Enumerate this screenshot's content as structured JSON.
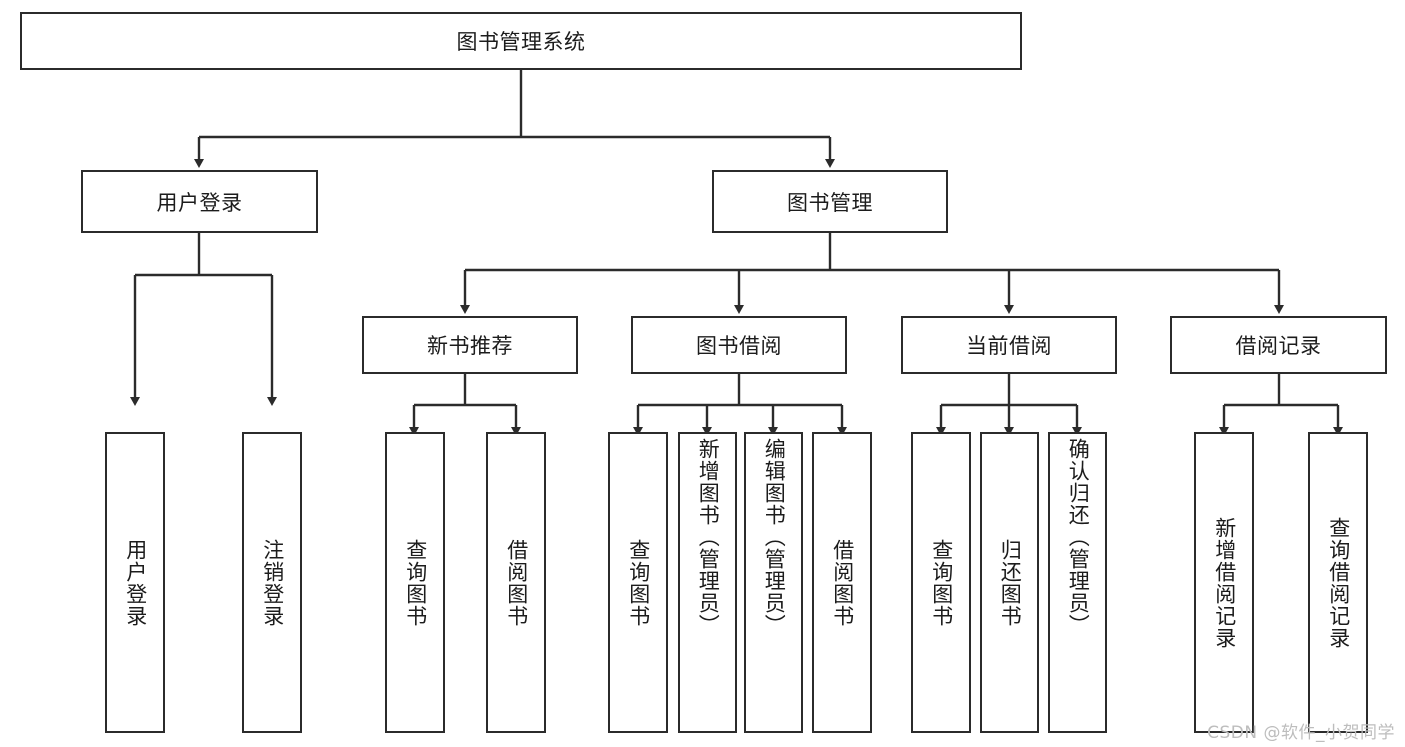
{
  "diagram": {
    "type": "tree-hierarchy",
    "title": "图书管理系统",
    "root": {
      "label": "图书管理系统"
    },
    "level2": [
      {
        "id": "user-login",
        "label": "用户登录"
      },
      {
        "id": "book-management",
        "label": "图书管理"
      }
    ],
    "level3": [
      {
        "id": "new-book-recommend",
        "label": "新书推荐",
        "parent": "book-management"
      },
      {
        "id": "book-borrow",
        "label": "图书借阅",
        "parent": "book-management"
      },
      {
        "id": "current-borrow",
        "label": "当前借阅",
        "parent": "book-management"
      },
      {
        "id": "borrow-record",
        "label": "借阅记录",
        "parent": "book-management"
      }
    ],
    "leaves": [
      {
        "id": "leaf-user-login",
        "label": "用户登录",
        "parent": "user-login"
      },
      {
        "id": "leaf-logout-login",
        "label": "注销登录",
        "parent": "user-login"
      },
      {
        "id": "leaf-query-book-1",
        "label": "查询图书",
        "parent": "new-book-recommend"
      },
      {
        "id": "leaf-borrow-book-1",
        "label": "借阅图书",
        "parent": "new-book-recommend"
      },
      {
        "id": "leaf-query-book-2",
        "label": "查询图书",
        "parent": "book-borrow"
      },
      {
        "id": "leaf-add-book",
        "label": "新增图书（管理员）",
        "parent": "book-borrow"
      },
      {
        "id": "leaf-edit-book",
        "label": "编辑图书（管理员）",
        "parent": "book-borrow"
      },
      {
        "id": "leaf-borrow-book-2",
        "label": "借阅图书",
        "parent": "book-borrow"
      },
      {
        "id": "leaf-query-book-3",
        "label": "查询图书",
        "parent": "current-borrow"
      },
      {
        "id": "leaf-return-book",
        "label": "归还图书",
        "parent": "current-borrow"
      },
      {
        "id": "leaf-confirm-return",
        "label": "确认归还（管理员）",
        "parent": "current-borrow"
      },
      {
        "id": "leaf-add-record",
        "label": "新增借阅记录",
        "parent": "borrow-record"
      },
      {
        "id": "leaf-query-record",
        "label": "查询借阅记录",
        "parent": "borrow-record"
      }
    ],
    "colors": {
      "stroke": "#2b2b2b",
      "fill": "#ffffff",
      "text": "#1c1c1c",
      "watermark": "#bdbdbd"
    }
  },
  "watermark": {
    "text": "CSDN @软件_小贺同学"
  }
}
